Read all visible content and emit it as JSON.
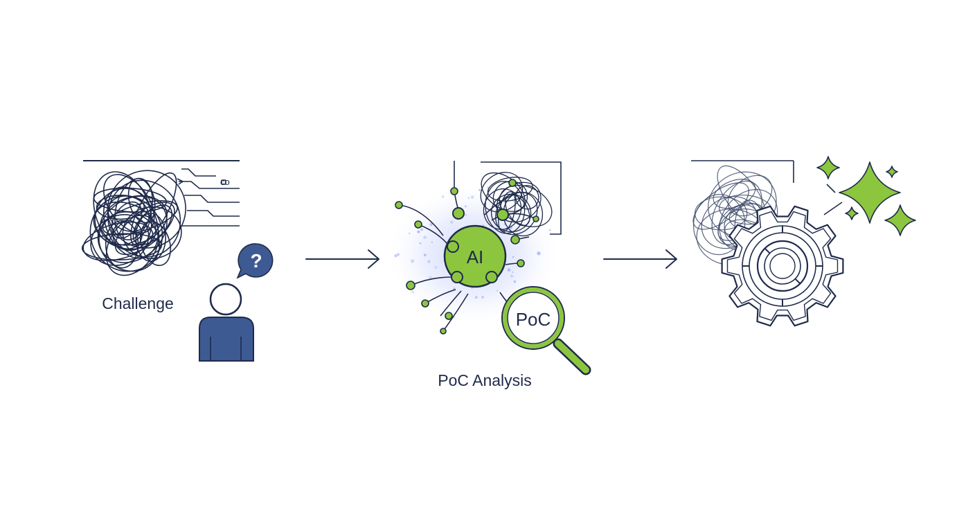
{
  "diagram": {
    "stages": [
      {
        "id": "challenge",
        "label": "Challenge"
      },
      {
        "id": "analysis",
        "label": "PoC Analysis",
        "hub_text": "AI",
        "lens_text": "PoC"
      },
      {
        "id": "solution",
        "label": ""
      }
    ],
    "challenge_screen_text": "co",
    "challenge_bubble_text": "?",
    "colors": {
      "ink": "#1f2a4a",
      "accent": "#8cc63f",
      "person": "#3e5a93",
      "glow": "#d6defa"
    },
    "icons": [
      "tangled-lines-icon",
      "circuit-lines-icon",
      "person-icon",
      "question-bubble-icon",
      "ai-network-icon",
      "magnifier-icon",
      "gear-icon",
      "sparkle-icon",
      "arrow-right-icon"
    ]
  }
}
